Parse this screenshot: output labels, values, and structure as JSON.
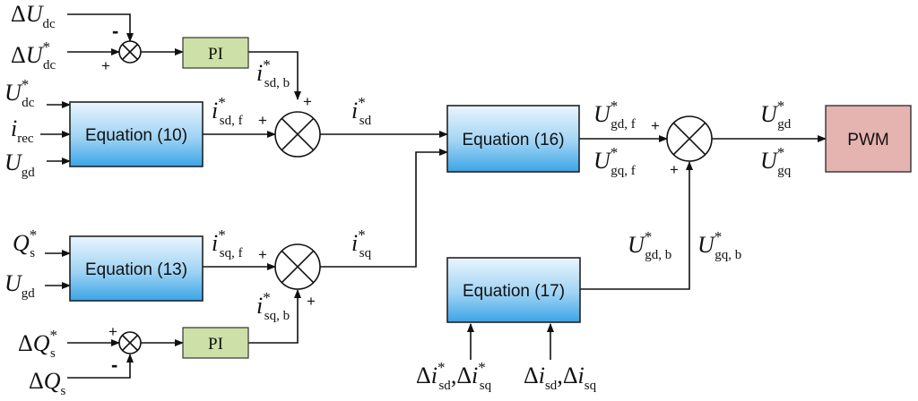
{
  "blocks": {
    "eq10": "Equation (10)",
    "eq13": "Equation (13)",
    "eq16": "Equation (16)",
    "eq17": "Equation (17)",
    "pi": "PI",
    "pwm": "PWM"
  },
  "symbols": {
    "delta": "Δ",
    "U": "U",
    "i": "i",
    "Q": "Q",
    "star": "*",
    "comma": ",",
    "dc": "dc",
    "rec": "rec",
    "gd": "gd",
    "gq": "gq",
    "s": "s",
    "sd": "sd",
    "sq": "sq",
    "sd_b": "sd, b",
    "sd_f": "sd, f",
    "sq_f": "sq, f",
    "sq_b": "sq, b",
    "gd_f": "gd, f",
    "gq_f": "gq, f",
    "gd_b": "gd, b",
    "gq_b": "gq, b"
  },
  "signs": {
    "plus": "+",
    "minus": "-"
  },
  "colors": {
    "eq_top": "#eaf5fd",
    "eq_bottom": "#3aa5e6",
    "pi_fill": "#cde0a7",
    "pwm_fill": "#e5b3b0",
    "line": "#111111"
  }
}
